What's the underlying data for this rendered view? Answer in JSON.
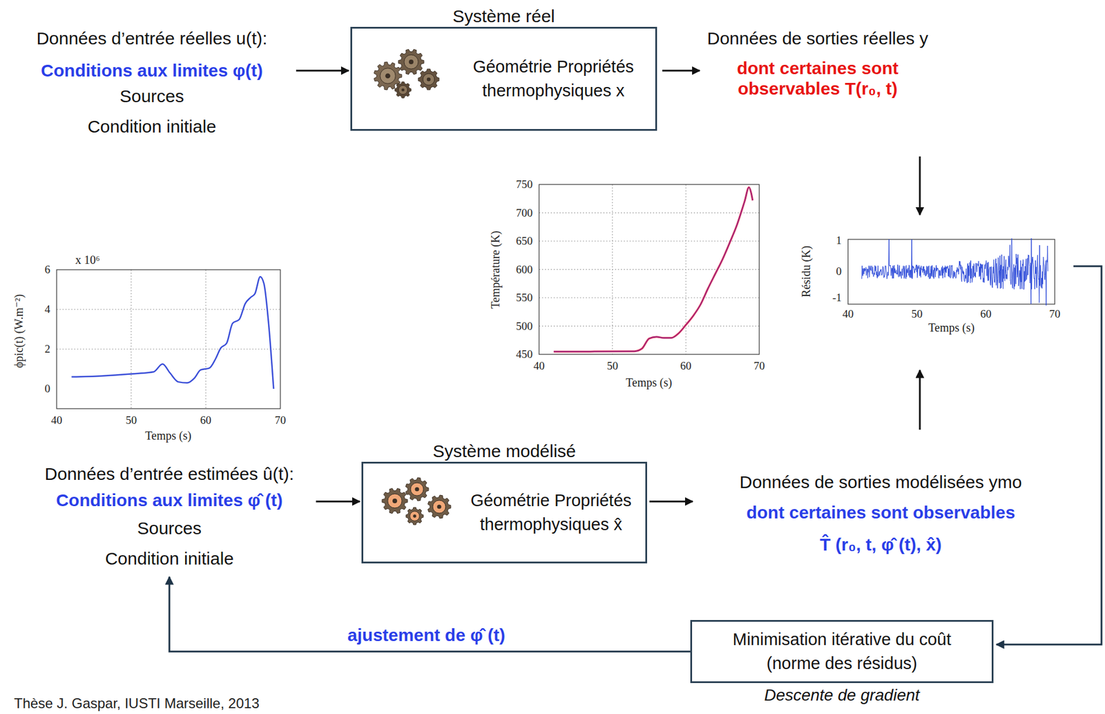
{
  "diagram": {
    "nodes": [
      {
        "text": [
          "Système réel",
          "Géométrie Propriétés thermophysiques x"
        ]
      },
      {
        "text": [
          "Système modélisé",
          "Géométrie Propriétés thermophysiques x̂"
        ]
      },
      {
        "text": [
          "Minimisation itérative du coût (norme des résidus)",
          "Descente de gradient"
        ]
      }
    ],
    "labels": [
      "Données d’entrée réelles u(t):",
      "Conditions aux limites φ(t)",
      "Sources",
      "Condition initiale",
      "Données de sorties réelles y",
      "dont certaines sont observables T(r₀, t)",
      "Température (K)",
      "750",
      "700",
      "650",
      "600",
      "550",
      "500",
      "450",
      "40",
      "50",
      "60",
      "70",
      "Temps (s)",
      "Résidu (K)",
      "1",
      "0",
      "-1",
      "40",
      "50",
      "60",
      "70",
      "Temps (s)",
      "x 10⁶",
      "ϕpic(t) (W.m⁻²)",
      "6",
      "4",
      "2",
      "0",
      "40",
      "50",
      "60",
      "70",
      "Temps (s)",
      "Données d’entrée estimées û(t):",
      "Conditions aux limites φ̂ (t)",
      "Sources",
      "Condition initiale",
      "Données de sorties modélisées ymo",
      "dont certaines sont observables",
      "T̂ (r₀, t, φ̂ (t), x̂)",
      "ajustement de φ̂ (t)",
      "Thèse J. Gaspar, IUSTI Marseille, 2013"
    ]
  }
}
